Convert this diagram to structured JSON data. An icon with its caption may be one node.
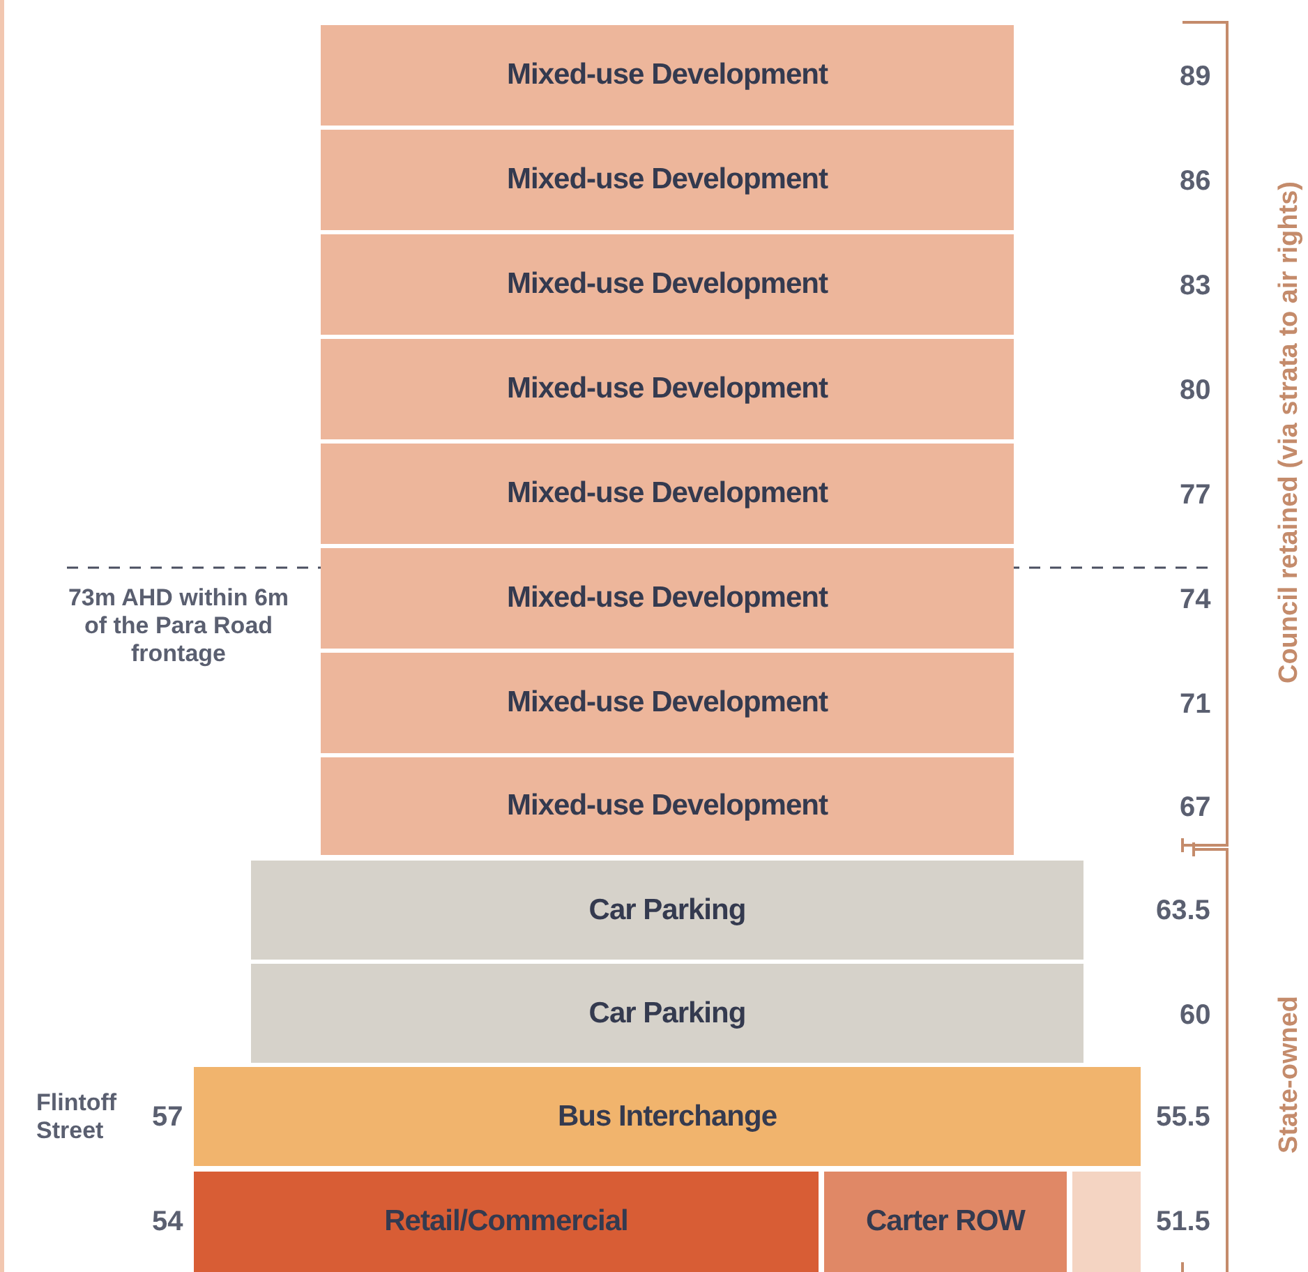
{
  "diagram": {
    "nodes": [
      {
        "text": [
          "Mixed-use Development"
        ]
      },
      {
        "text": [
          "Mixed-use Development"
        ]
      },
      {
        "text": [
          "Mixed-use Development"
        ]
      },
      {
        "text": [
          "Mixed-use Development"
        ]
      },
      {
        "text": [
          "Mixed-use Development"
        ]
      },
      {
        "text": [
          "Mixed-use Development"
        ]
      },
      {
        "text": [
          "Mixed-use Development"
        ]
      },
      {
        "text": [
          "Mixed-use Development"
        ]
      },
      {
        "text": [
          "Car Parking"
        ]
      },
      {
        "text": [
          "Car Parking"
        ]
      },
      {
        "text": [
          "Bus Interchange"
        ]
      },
      {
        "text": [
          "Retail/Commercial"
        ]
      },
      {
        "text": [
          "Carter ROW"
        ]
      },
      {
        "text": [],
        "shape": "box"
      }
    ],
    "edges": [],
    "labels": [
      "89",
      "86",
      "83",
      "80",
      "77",
      "73m AHD within 6m of the Para Road frontage",
      "74",
      "71",
      "67",
      "63.5",
      "60",
      "Flintoff Street",
      "57",
      "55.5",
      "54",
      "51.5",
      "Council retained (via strata to air rights)",
      "State-owned"
    ]
  }
}
